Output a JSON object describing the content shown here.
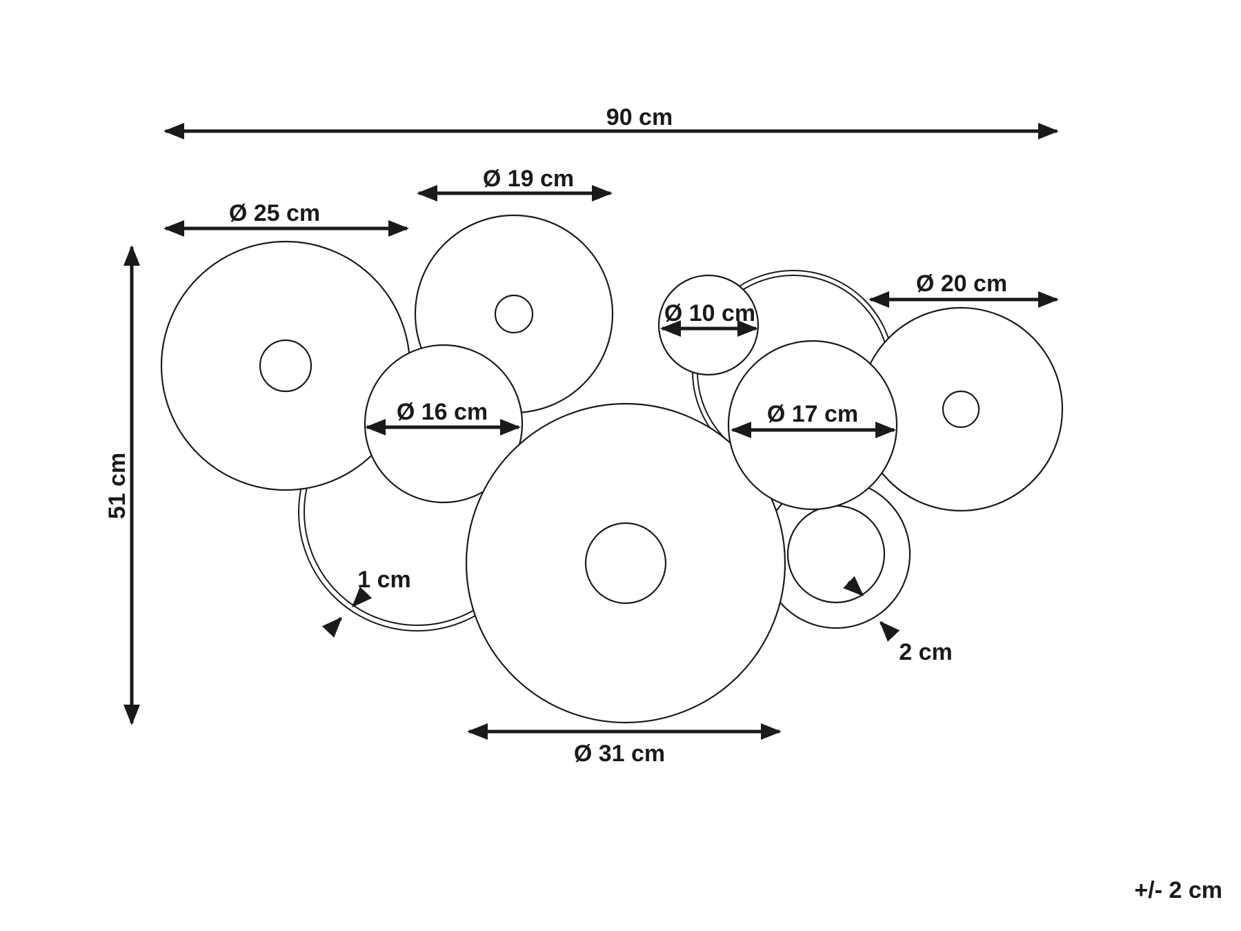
{
  "colors": {
    "ink": "#1a1a1a",
    "background": "#ffffff"
  },
  "labels": {
    "width": "90 cm",
    "height": "51 cm",
    "d25": "Ø 25 cm",
    "d19": "Ø 19 cm",
    "d16": "Ø 16 cm",
    "d10": "Ø 10 cm",
    "d20": "Ø 20 cm",
    "d17": "Ø 17 cm",
    "d31": "Ø 31 cm",
    "ring1": "1 cm",
    "ring2": "2 cm",
    "tolerance": "+/- 2 cm"
  }
}
